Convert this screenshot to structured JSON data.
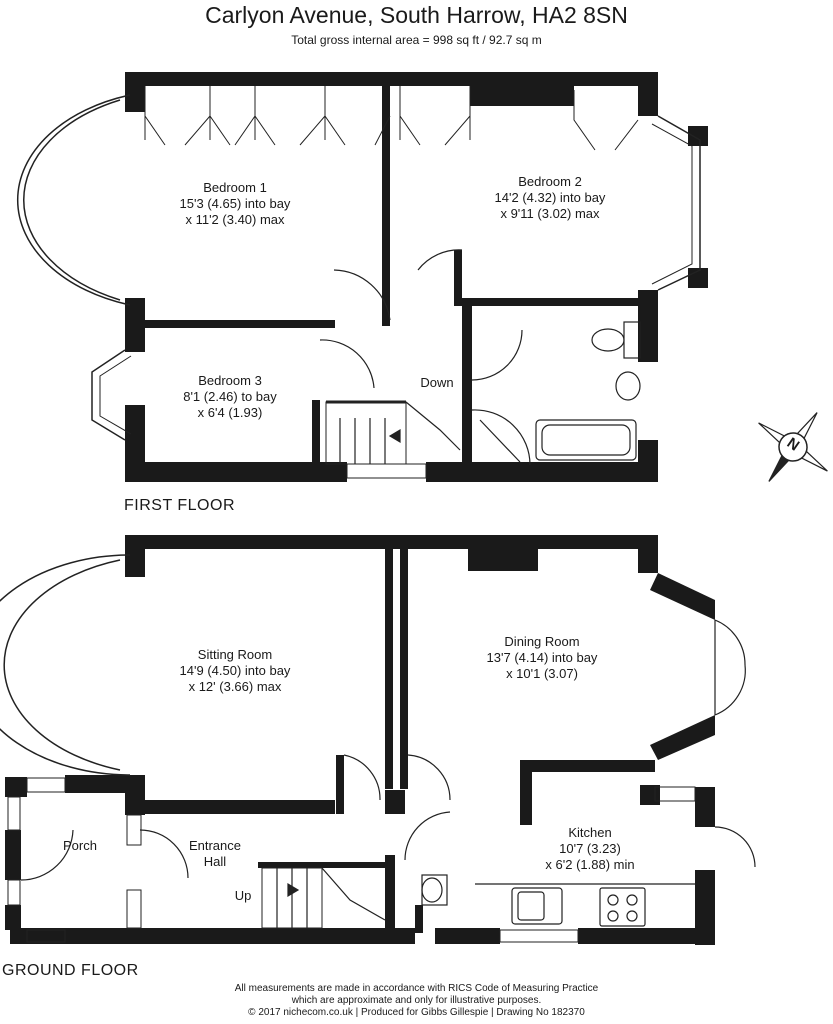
{
  "header": {
    "title": "Carlyon Avenue, South Harrow, HA2 8SN",
    "subtitle": "Total gross internal area = 998 sq ft / 92.7 sq m"
  },
  "floors": {
    "first": "FIRST FLOOR",
    "ground": "GROUND FLOOR"
  },
  "rooms": {
    "bedroom1": {
      "name": "Bedroom 1",
      "dim1": "15'3 (4.65) into bay",
      "dim2": "x 11'2 (3.40) max"
    },
    "bedroom2": {
      "name": "Bedroom 2",
      "dim1": "14'2 (4.32) into bay",
      "dim2": "x 9'11 (3.02) max"
    },
    "bedroom3": {
      "name": "Bedroom 3",
      "dim1": "8'1 (2.46) to bay",
      "dim2": "x 6'4 (1.93)"
    },
    "sitting": {
      "name": "Sitting Room",
      "dim1": "14'9 (4.50) into bay",
      "dim2": "x 12' (3.66) max"
    },
    "dining": {
      "name": "Dining Room",
      "dim1": "13'7 (4.14) into bay",
      "dim2": "x 10'1 (3.07)"
    },
    "kitchen": {
      "name": "Kitchen",
      "dim1": "10'7 (3.23)",
      "dim2": "x 6'2 (1.88) min"
    },
    "porch": {
      "name": "Porch"
    },
    "hall": {
      "line1": "Entrance",
      "line2": "Hall"
    }
  },
  "stairs": {
    "down": "Down",
    "up": "Up"
  },
  "compass": {
    "letter": "N"
  },
  "footer": {
    "line1": "All measurements are made in accordance with RICS Code of Measuring Practice",
    "line2": "which are approximate and only for illustrative purposes.",
    "line3": "© 2017 nichecom.co.uk  |  Produced for Gibbs Gillespie  |  Drawing No 182370"
  },
  "colors": {
    "wall": "#1a1a1a",
    "line": "#333333",
    "background": "#ffffff"
  }
}
